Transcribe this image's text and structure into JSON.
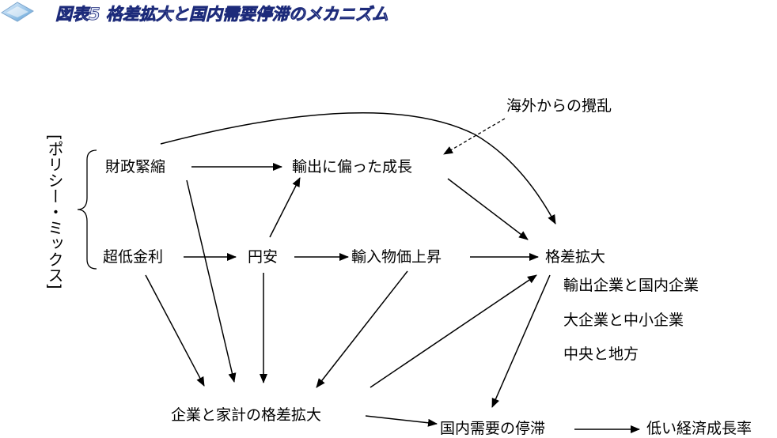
{
  "title": "図表5 格差拡大と国内需要停滞のメカニズム",
  "policy_mix_label": "[ポリシー・ミックス]",
  "nodes": {
    "fiscal_austerity": "財政緊縮",
    "ultra_low_rates": "超低金利",
    "weak_yen": "円安",
    "export_biased_growth": "輸出に偏った成長",
    "external_disturbance": "海外からの攪乱",
    "import_price_rise": "輸入物価上昇",
    "widening_disparity": "格差拡大",
    "corp_household_disparity": "企業と家計の格差拡大",
    "domestic_demand_stagnation": "国内需要の停滞",
    "low_growth": "低い経済成長率"
  },
  "disparity_items": [
    "輸出企業と国内企業",
    "大企業と中小企業",
    "中央と地方"
  ]
}
